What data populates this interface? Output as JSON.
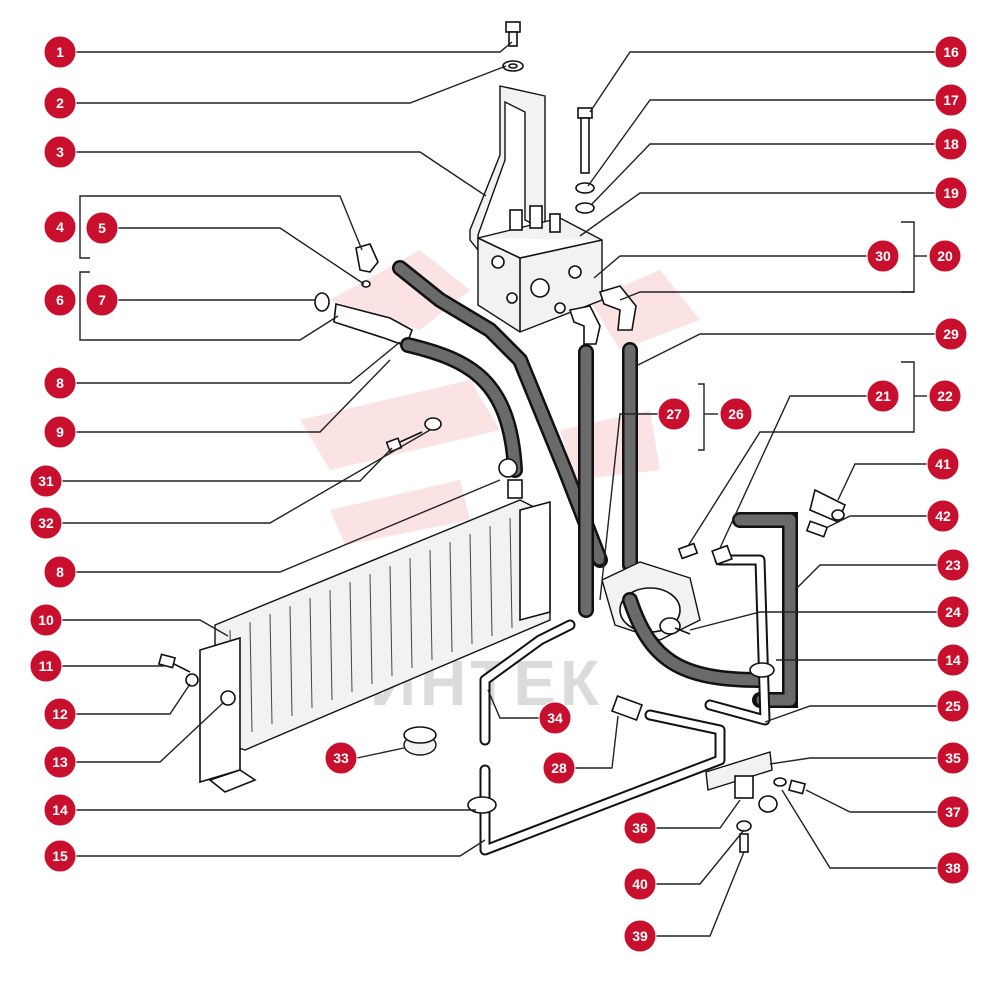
{
  "watermark": {
    "text": "ИНТЕК"
  },
  "colors": {
    "badge": "#c8102e",
    "line": "#222222"
  },
  "callouts": [
    "1",
    "2",
    "3",
    "4",
    "5",
    "6",
    "7",
    "8",
    "9",
    "31",
    "32",
    "8",
    "10",
    "11",
    "12",
    "13",
    "14",
    "15",
    "33",
    "34",
    "28",
    "16",
    "17",
    "18",
    "19",
    "30",
    "20",
    "29",
    "27",
    "26",
    "21",
    "22",
    "41",
    "42",
    "23",
    "24",
    "14",
    "25",
    "35",
    "36",
    "37",
    "38",
    "40",
    "39"
  ]
}
